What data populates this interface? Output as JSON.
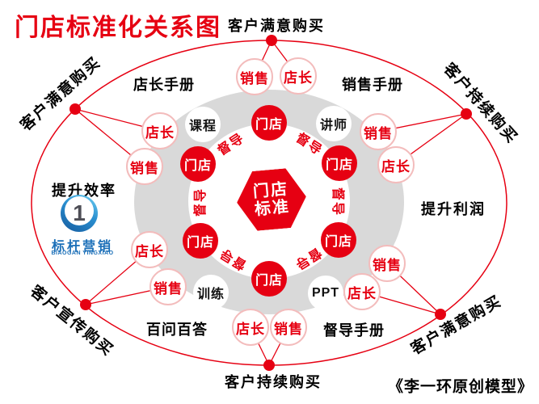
{
  "title": "门店标准化关系图",
  "credit": "《李一环原创模型》",
  "hexagon": {
    "line1": "门店",
    "line2": "标准"
  },
  "logo": {
    "numeral": "1",
    "name": "标杆营销",
    "subtitle": "BIAOGAN YINGXIAO"
  },
  "outer_labels": {
    "top_left_diagonal": "客户满意购买",
    "top": "客户满意购买",
    "top_right_diagonal": "客户持续购买",
    "left": "提升效率",
    "right": "提升利润",
    "bottom_left_diagonal": "客户宣传购买",
    "bottom": "客户持续购买",
    "bottom_right_diagonal": "客户满意购买"
  },
  "ring_labels": {
    "top_left": "店长手册",
    "top_right": "销售手册",
    "bottom_left": "百问百答",
    "bottom_right": "督导手册"
  },
  "role_nodes": {
    "top_sales": "销售",
    "top_manager": "店长",
    "upper_left_manager": "店长",
    "upper_left_sales": "销售",
    "upper_right_sales": "销售",
    "upper_right_manager": "店长",
    "lower_left_manager": "店长",
    "lower_left_sales": "销售",
    "lower_right_sales": "销售",
    "lower_right_manager": "店长",
    "bottom_manager": "店长",
    "bottom_sales": "销售"
  },
  "resource_nodes": {
    "top_left": "课程",
    "top_right": "讲师",
    "bottom_left": "训练",
    "bottom_right": "PPT"
  },
  "store_label": "门店",
  "supervisor_label": "督导",
  "colors": {
    "red": "#e60012",
    "ring_gray": "#d9d9d9",
    "logo_blue": "#1b6fb8"
  }
}
